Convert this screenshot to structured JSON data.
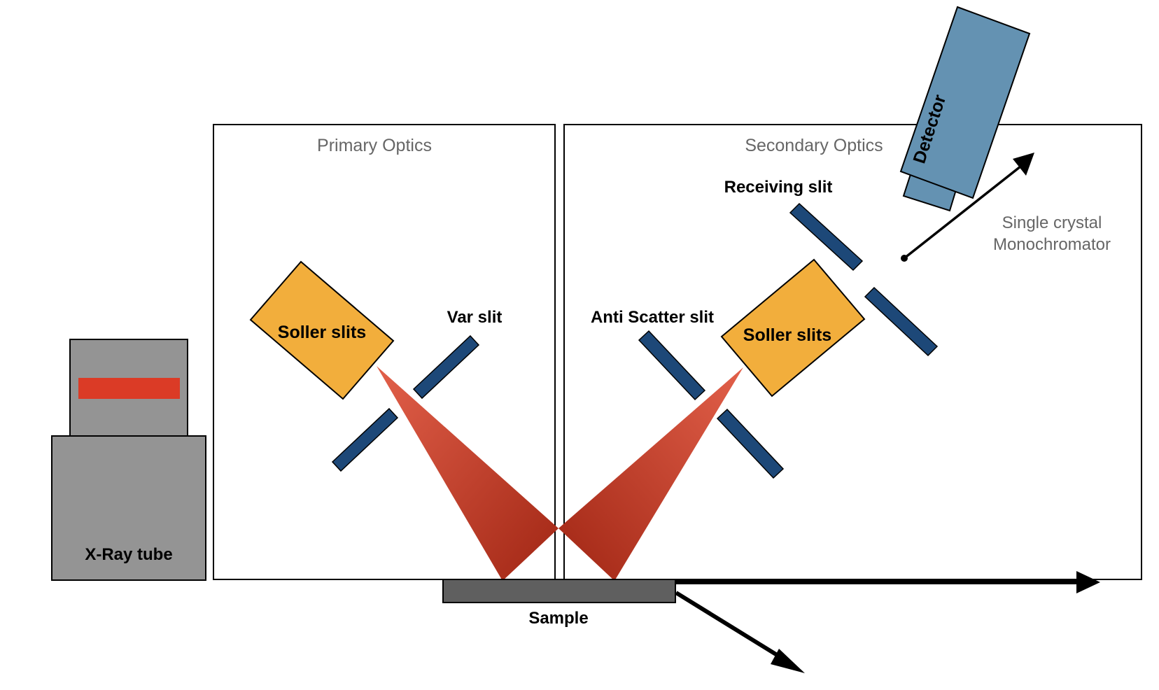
{
  "panels": {
    "primary_title": "Primary Optics",
    "secondary_title": "Secondary Optics"
  },
  "labels": {
    "xray_tube": "X-Ray tube",
    "soller_primary": "Soller slits",
    "var_slit": "Var slit",
    "anti_scatter_slit": "Anti Scatter slit",
    "soller_secondary": "Soller slits",
    "receiving_slit": "Receiving slit",
    "detector": "Detector",
    "monochromator_line1": "Single crystal",
    "monochromator_line2": "Monochromator",
    "sample": "Sample"
  },
  "colors": {
    "tube_gray": "#949494",
    "tube_red": "#db3b26",
    "soller_orange": "#f2ae3c",
    "slit_blue": "#1d4878",
    "detector_blue": "#6492b2",
    "beam_light": "#e2604a",
    "beam_dark": "#a12614",
    "sample_gray": "#5f5f5f"
  }
}
